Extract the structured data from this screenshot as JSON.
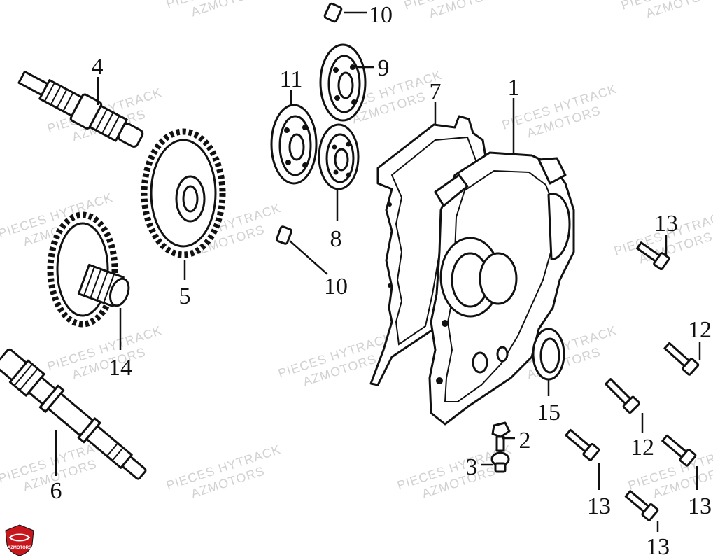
{
  "watermark": {
    "line1": "PIECES HYTRACK",
    "line2": "AZMOTORS"
  },
  "logo": {
    "text": "AZMOTORS",
    "color": "#c8161d"
  },
  "callouts": [
    {
      "id": "c1",
      "label": "1"
    },
    {
      "id": "c2",
      "label": "2"
    },
    {
      "id": "c3",
      "label": "3"
    },
    {
      "id": "c4",
      "label": "4"
    },
    {
      "id": "c5",
      "label": "5"
    },
    {
      "id": "c6",
      "label": "6"
    },
    {
      "id": "c7",
      "label": "7"
    },
    {
      "id": "c8",
      "label": "8"
    },
    {
      "id": "c9",
      "label": "9"
    },
    {
      "id": "c10a",
      "label": "10"
    },
    {
      "id": "c10b",
      "label": "10"
    },
    {
      "id": "c11",
      "label": "11"
    },
    {
      "id": "c12a",
      "label": "12"
    },
    {
      "id": "c12b",
      "label": "12"
    },
    {
      "id": "c13a",
      "label": "13"
    },
    {
      "id": "c13b",
      "label": "13"
    },
    {
      "id": "c13c",
      "label": "13"
    },
    {
      "id": "c13d",
      "label": "13"
    },
    {
      "id": "c14",
      "label": "14"
    },
    {
      "id": "c15",
      "label": "15"
    }
  ],
  "colors": {
    "ink": "#111111",
    "watermark": "#d2d2d2"
  }
}
